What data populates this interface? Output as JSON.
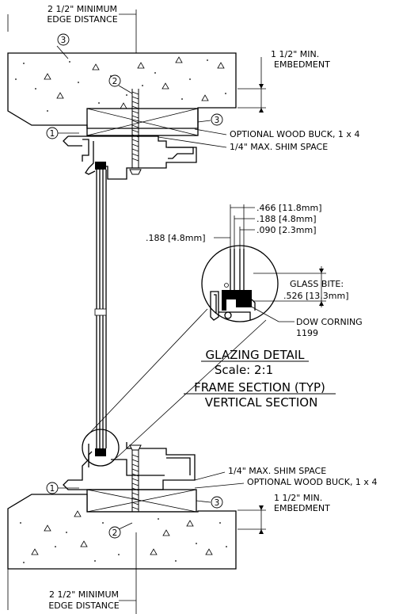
{
  "labels": {
    "edge_top_1": "2 1/2\" MINIMUM",
    "edge_top_2": "EDGE DISTANCE",
    "embed_top_1": "1 1/2\" MIN.",
    "embed_top_2": "EMBEDMENT",
    "buck_top": "OPTIONAL WOOD BUCK, 1 x 4",
    "shim_top": "1/4\" MAX. SHIM SPACE",
    "dim_466": ".466 [11.8mm]",
    "dim_188a": ".188 [4.8mm]",
    "dim_090": ".090 [2.3mm]",
    "dim_188b": ".188 [4.8mm]",
    "glass_bite_1": "GLASS BITE:",
    "glass_bite_2": ".526 [13.3mm]",
    "dow_1": "DOW CORNING",
    "dow_2": "1199",
    "glazing_title": "GLAZING DETAIL",
    "scale": "Scale: 2:1",
    "frame_section": "FRAME SECTION (TYP)",
    "vertical_section": "VERTICAL SECTION",
    "shim_bottom": "1/4\" MAX. SHIM SPACE",
    "buck_bottom": "OPTIONAL WOOD BUCK, 1 x 4",
    "embed_bottom_1": "1 1/2\" MIN.",
    "embed_bottom_2": "EMBEDMENT",
    "edge_bottom_1": "2 1/2\" MINIMUM",
    "edge_bottom_2": "EDGE DISTANCE"
  },
  "callouts": {
    "one": "1",
    "two": "2",
    "three": "3"
  }
}
